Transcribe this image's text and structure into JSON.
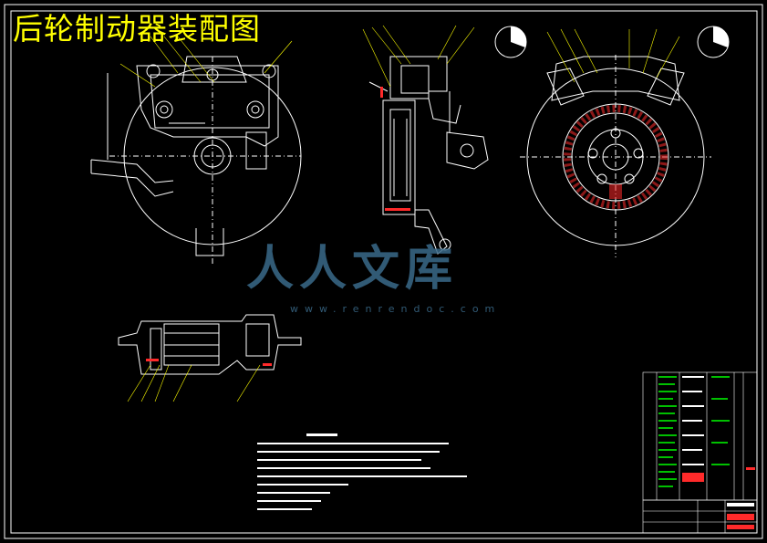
{
  "drawing": {
    "title": "后轮制动器装配图",
    "watermark_text": "人人文库",
    "watermark_url": "www.renrendoc.com"
  },
  "colors": {
    "background": "#000000",
    "outline": "#ffffff",
    "leader": "#ffff00",
    "accent_red": "#ff2a2a",
    "accent_green": "#00c000",
    "frame": "#ffffff"
  }
}
